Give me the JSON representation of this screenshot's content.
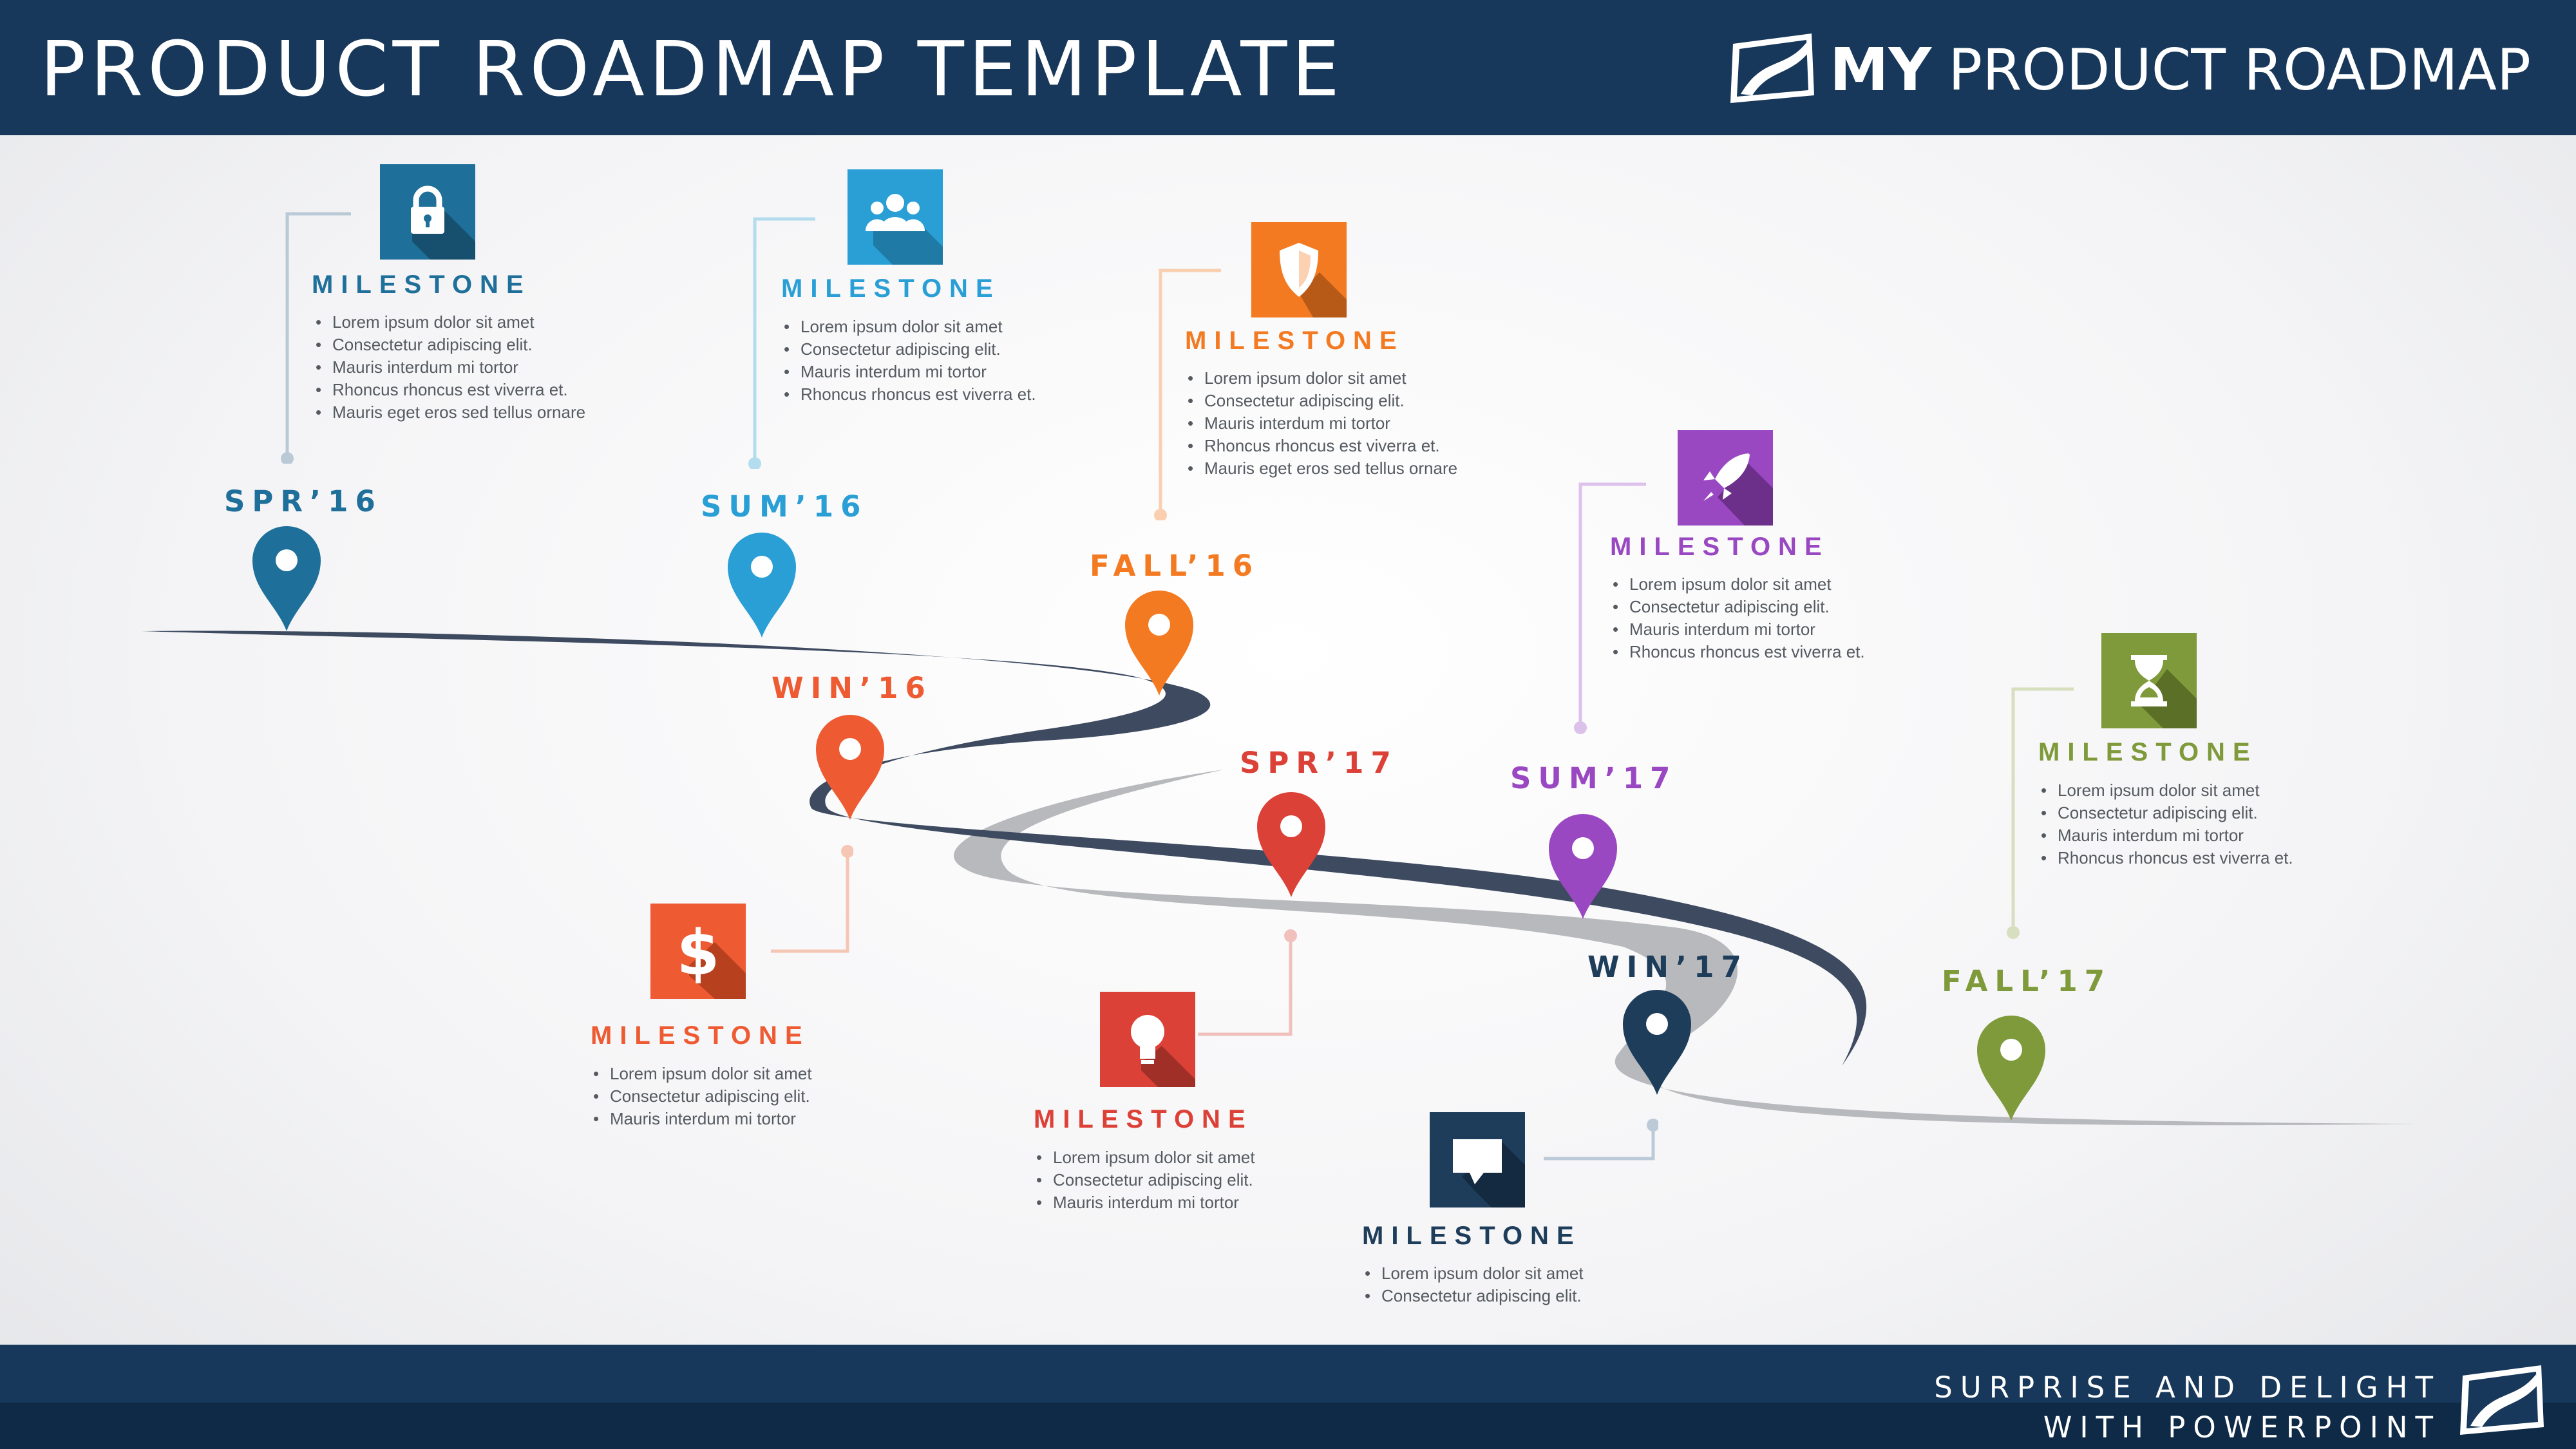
{
  "header": {
    "title": "PRODUCT ROADMAP TEMPLATE",
    "brand_bold": "MY",
    "brand_rest": "PRODUCT  ROADMAP"
  },
  "footer": {
    "line1": "SURPRISE AND DELIGHT",
    "line2": "WITH POWERPOINT"
  },
  "milestone_label": "MILESTONE",
  "colors": {
    "navy": "#17385a",
    "road_dark": "#3d4a5f",
    "road_light": "#b8b9bc"
  },
  "stops": [
    {
      "season": "SPR’16",
      "color": "#1e6f99",
      "icon": "lock-icon",
      "bullets": [
        "Lorem ipsum dolor sit amet",
        "Consectetur adipiscing elit.",
        "Mauris interdum mi tortor",
        "Rhoncus rhoncus est viverra et.",
        "Mauris eget eros sed tellus ornare"
      ]
    },
    {
      "season": "SUM’16",
      "color": "#2a9fd6",
      "icon": "users-icon",
      "bullets": [
        "Lorem ipsum dolor sit amet",
        "Consectetur adipiscing elit.",
        "Mauris interdum mi tortor",
        "Rhoncus rhoncus est viverra et."
      ]
    },
    {
      "season": "FALL’16",
      "color": "#f37a21",
      "icon": "shield-icon",
      "bullets": [
        "Lorem ipsum dolor sit amet",
        "Consectetur adipiscing elit.",
        "Mauris interdum mi tortor",
        "Rhoncus rhoncus est viverra et.",
        "Mauris eget eros sed tellus ornare"
      ]
    },
    {
      "season": "WIN’16",
      "color": "#ee5a32",
      "icon": "dollar-icon",
      "bullets": [
        "Lorem ipsum dolor sit amet",
        "Consectetur adipiscing elit.",
        "Mauris interdum mi tortor"
      ]
    },
    {
      "season": "SPR’17",
      "color": "#dc4138",
      "icon": "lightbulb-icon",
      "bullets": [
        "Lorem ipsum dolor sit amet",
        "Consectetur adipiscing elit.",
        "Mauris interdum mi tortor"
      ]
    },
    {
      "season": "SUM’17",
      "color": "#9a48c2",
      "icon": "rocket-icon",
      "bullets": [
        "Lorem ipsum dolor sit amet",
        "Consectetur adipiscing elit.",
        "Mauris interdum mi tortor",
        "Rhoncus rhoncus est viverra et."
      ]
    },
    {
      "season": "WIN’17",
      "color": "#1e3d5a",
      "icon": "speech-bubble-icon",
      "bullets": [
        "Lorem ipsum dolor sit amet",
        "Consectetur adipiscing elit."
      ]
    },
    {
      "season": "FALL’17",
      "color": "#7f9a3a",
      "icon": "hourglass-icon",
      "bullets": [
        "Lorem ipsum dolor sit amet",
        "Consectetur adipiscing elit.",
        "Mauris interdum mi tortor",
        "Rhoncus rhoncus est viverra et."
      ]
    }
  ]
}
